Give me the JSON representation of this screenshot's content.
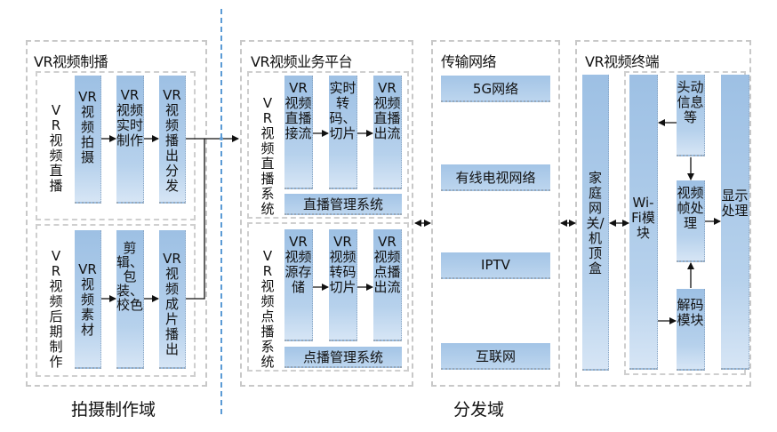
{
  "capture": {
    "title": "VR视频制播",
    "live": {
      "label": "VR视频直播",
      "steps": [
        "VR视频拍摄",
        "VR视频实时制作",
        "VR视频播出分发"
      ]
    },
    "post": {
      "label": "VR视频后期制作",
      "steps": [
        "VR视频素材",
        "剪辑、包装、校色",
        "VR视频成片播出"
      ]
    },
    "domain_label": "拍摄制作域"
  },
  "platform": {
    "title": "VR视频业务平台",
    "live": {
      "label": "VR视频直播系统",
      "steps": [
        "VR视频直播接流",
        "实时转码、切片",
        "VR视频直播出流"
      ],
      "mgmt": "直播管理系统"
    },
    "vod": {
      "label": "VR视频点播系统",
      "steps": [
        "VR视频源存储",
        "VR视频转码切片",
        "VR视频点播出流"
      ],
      "mgmt": "点播管理系统"
    }
  },
  "network": {
    "title": "传输网络",
    "items": [
      "5G网络",
      "有线电视网络",
      "IPTV",
      "互联网"
    ]
  },
  "distribution_label": "分发域",
  "terminal": {
    "title": "VR视频终端",
    "gateway": "家庭网关/机顶盒",
    "wifi": "Wi-Fi模块",
    "head": "头动信息等",
    "frame": "视频帧处理",
    "decode": "解码模块",
    "display": "显示处理"
  },
  "colors": {
    "box_fill": "#a8c8e8",
    "divider": "#5b9bd5",
    "border": "#c8c8c8",
    "arrow": "#111111"
  }
}
